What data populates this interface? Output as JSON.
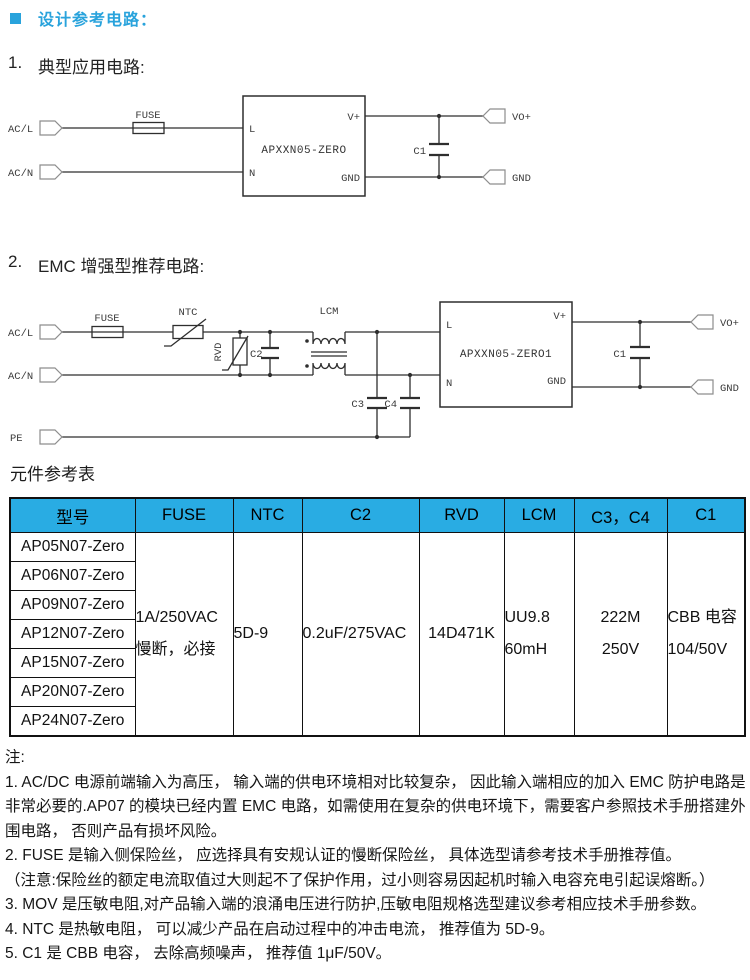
{
  "header": {
    "title": "设计参考电路："
  },
  "sections": {
    "s1_no": "1.",
    "s1_title": "典型应用电路:",
    "s2_no": "2.",
    "s2_title": "EMC 增强型推荐电路:",
    "table_caption": "元件参考表"
  },
  "circuit1": {
    "in_l": "AC/L",
    "in_n": "AC/N",
    "fuse": "FUSE",
    "module": "APXXN05-ZERO",
    "pin_l": "L",
    "pin_n": "N",
    "pin_vplus": "V+",
    "pin_gnd": "GND",
    "c1": "C1",
    "out_v": "VO+",
    "out_gnd": "GND"
  },
  "circuit2": {
    "in_l": "AC/L",
    "in_n": "AC/N",
    "in_pe": "PE",
    "fuse": "FUSE",
    "ntc": "NTC",
    "rvd": "RVD",
    "c2": "C2",
    "lcm": "LCM",
    "c3": "C3",
    "c4": "C4",
    "module": "APXXN05-ZERO1",
    "pin_l": "L",
    "pin_n": "N",
    "pin_vplus": "V+",
    "pin_gnd": "GND",
    "c1": "C1",
    "out_v": "VO+",
    "out_gnd": "GND"
  },
  "table": {
    "headers": [
      "型号",
      "FUSE",
      "NTC",
      "C2",
      "RVD",
      "LCM",
      "C3，C4",
      "C1"
    ],
    "models": [
      "AP05N07-Zero",
      "AP06N07-Zero",
      "AP09N07-Zero",
      "AP12N07-Zero",
      "AP15N07-Zero",
      "AP20N07-Zero",
      "AP24N07-Zero"
    ],
    "fuse_l1": "1A/250VAC",
    "fuse_l2": "慢断，必接",
    "ntc": "5D-9",
    "c2": "0.2uF/275VAC",
    "rvd": "14D471K",
    "lcm_l1": "UU9.8",
    "lcm_l2": "60mH",
    "c3c4_l1": "222M",
    "c3c4_l2": "250V",
    "c1_l1": "CBB 电容",
    "c1_l2": "104/50V"
  },
  "notes": {
    "label": "注:",
    "items": [
      "1. AC/DC 电源前端输入为高压， 输入端的供电环境相对比较复杂， 因此输入端相应的加入 EMC 防护电路是非常必要的.AP07 的模块已经内置 EMC 电路，如需使用在复杂的供电环境下，需要客户参照技术手册搭建外围电路， 否则产品有损坏风险。",
      "2. FUSE 是输入侧保险丝， 应选择具有安规认证的慢断保险丝， 具体选型请参考技术手册推荐值。",
      "（注意:保险丝的额定电流取值过大则起不了保护作用，过小则容易因起机时输入电容充电引起误熔断。）",
      "3. MOV 是压敏电阻,对产品输入端的浪涌电压进行防护,压敏电阻规格选型建议参考相应技术手册参数。",
      "4. NTC 是热敏电阻， 可以减少产品在启动过程中的冲击电流， 推荐值为 5D-9。",
      "5. C1 是 CBB 电容， 去除高频噪声， 推荐值 1μF/50V。"
    ]
  },
  "colors": {
    "accent_blue": "#29a3dc",
    "table_header_bg": "#29ace3"
  }
}
